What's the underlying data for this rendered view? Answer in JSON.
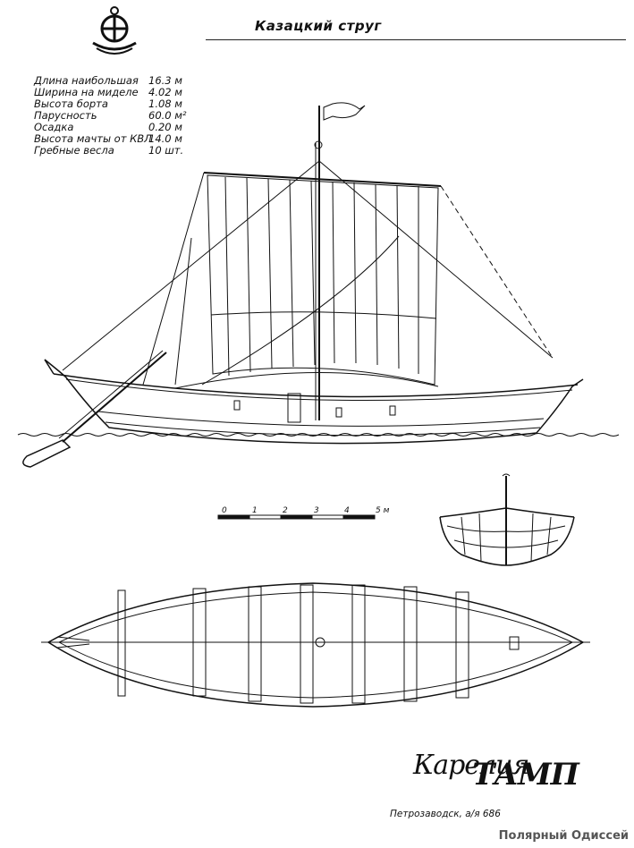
{
  "title": "Казацкий струг",
  "specs": [
    {
      "label": "Длина наибольшая",
      "value": "16.3 м"
    },
    {
      "label": "Ширина на миделе",
      "value": "4.02 м"
    },
    {
      "label": "Высота борта",
      "value": "1.08 м"
    },
    {
      "label": "Парусность",
      "value": "60.0 м²"
    },
    {
      "label": "Осадка",
      "value": "0.20 м"
    },
    {
      "label": "Высота мачты от КВЛ",
      "value": "14.0 м"
    },
    {
      "label": "Гребные весла",
      "value": "10 шт."
    }
  ],
  "scale": {
    "ticks": [
      "0",
      "1",
      "2",
      "3",
      "4",
      "5 м"
    ]
  },
  "brand": {
    "script": "Карелия",
    "mark": "ТАМП"
  },
  "address": "Петрозаводск, а/я 686",
  "watermark": "Полярный Одиссей"
}
